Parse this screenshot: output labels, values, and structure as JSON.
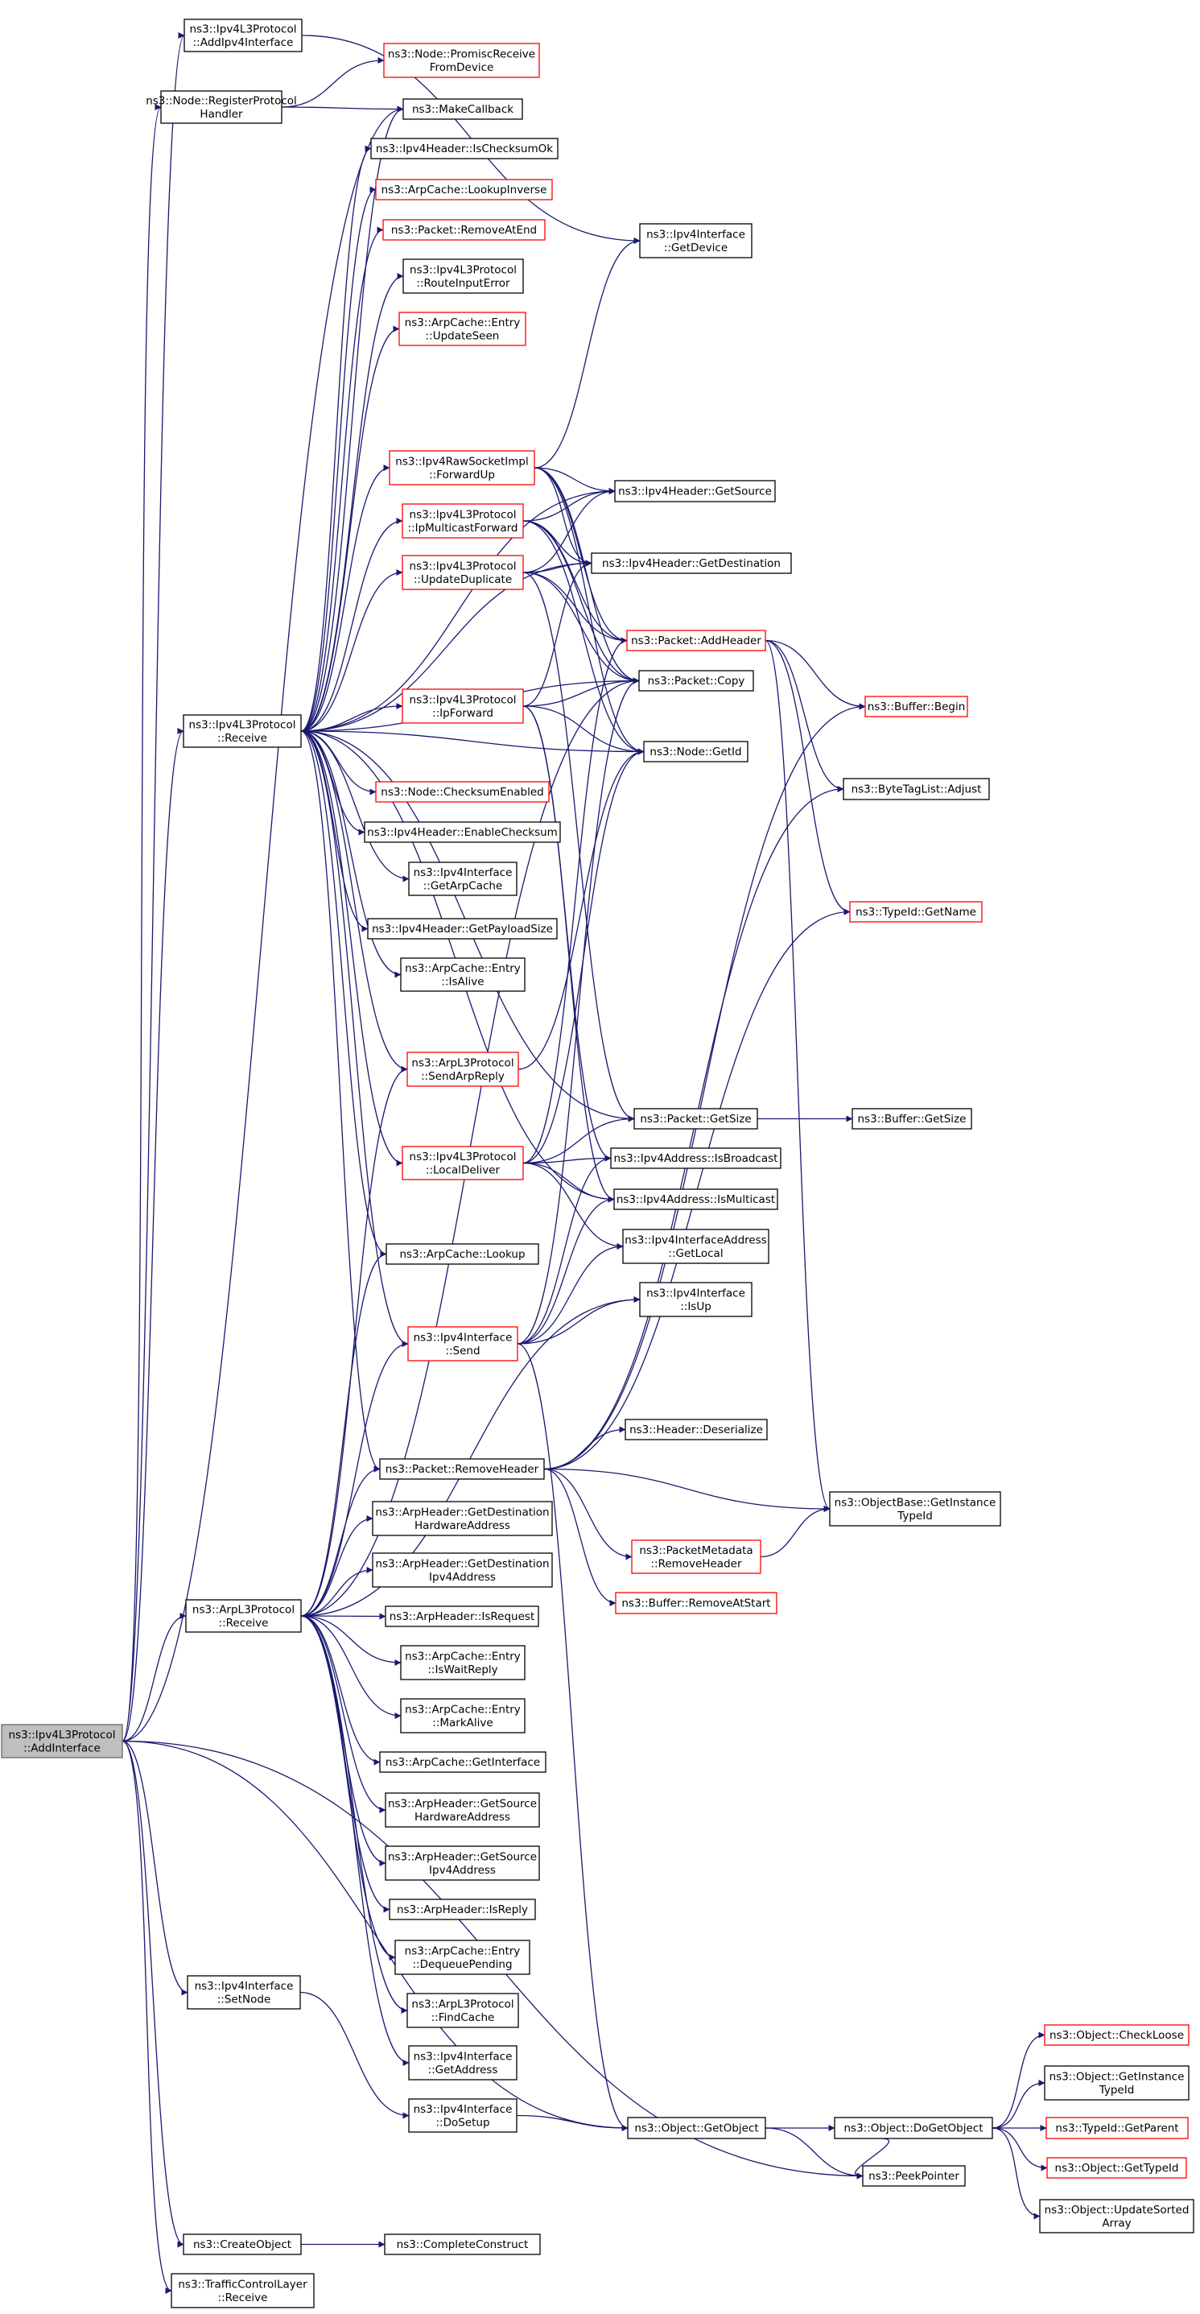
{
  "graph": {
    "nodes": [
      {
        "id": "root",
        "lines": [
          "ns3::Ipv4L3Protocol",
          "::AddInterface"
        ],
        "style": "root"
      },
      {
        "id": "addIpv4",
        "lines": [
          "ns3::Ipv4L3Protocol",
          "::AddIpv4Interface"
        ],
        "style": "black"
      },
      {
        "id": "registerProto",
        "lines": [
          "ns3::Node::RegisterProtocol",
          "Handler"
        ],
        "style": "black"
      },
      {
        "id": "promisc",
        "lines": [
          "ns3::Node::PromiscReceive",
          "FromDevice"
        ],
        "style": "red"
      },
      {
        "id": "makeCallback",
        "lines": [
          "ns3::MakeCallback"
        ],
        "style": "black"
      },
      {
        "id": "isChecksumOk",
        "lines": [
          "ns3::Ipv4Header::IsChecksumOk"
        ],
        "style": "black"
      },
      {
        "id": "lookupInverse",
        "lines": [
          "ns3::ArpCache::LookupInverse"
        ],
        "style": "red"
      },
      {
        "id": "removeAtEnd",
        "lines": [
          "ns3::Packet::RemoveAtEnd"
        ],
        "style": "red"
      },
      {
        "id": "routeInputError",
        "lines": [
          "ns3::Ipv4L3Protocol",
          "::RouteInputError"
        ],
        "style": "black"
      },
      {
        "id": "updateSeen",
        "lines": [
          "ns3::ArpCache::Entry",
          "::UpdateSeen"
        ],
        "style": "red"
      },
      {
        "id": "getDevice",
        "lines": [
          "ns3::Ipv4Interface",
          "::GetDevice"
        ],
        "style": "black"
      },
      {
        "id": "forwardUp",
        "lines": [
          "ns3::Ipv4RawSocketImpl",
          "::ForwardUp"
        ],
        "style": "red"
      },
      {
        "id": "ipMulticastForward",
        "lines": [
          "ns3::Ipv4L3Protocol",
          "::IpMulticastForward"
        ],
        "style": "red"
      },
      {
        "id": "updateDuplicate",
        "lines": [
          "ns3::Ipv4L3Protocol",
          "::UpdateDuplicate"
        ],
        "style": "red"
      },
      {
        "id": "getSource",
        "lines": [
          "ns3::Ipv4Header::GetSource"
        ],
        "style": "black"
      },
      {
        "id": "getDestination",
        "lines": [
          "ns3::Ipv4Header::GetDestination"
        ],
        "style": "black"
      },
      {
        "id": "addHeader",
        "lines": [
          "ns3::Packet::AddHeader"
        ],
        "style": "red"
      },
      {
        "id": "packetCopy",
        "lines": [
          "ns3::Packet::Copy"
        ],
        "style": "black"
      },
      {
        "id": "bufferBegin",
        "lines": [
          "ns3::Buffer::Begin"
        ],
        "style": "red"
      },
      {
        "id": "ipv4Receive",
        "lines": [
          "ns3::Ipv4L3Protocol",
          "::Receive"
        ],
        "style": "black"
      },
      {
        "id": "ipForward",
        "lines": [
          "ns3::Ipv4L3Protocol",
          "::IpForward"
        ],
        "style": "red"
      },
      {
        "id": "nodeGetId",
        "lines": [
          "ns3::Node::GetId"
        ],
        "style": "black"
      },
      {
        "id": "byteTagAdjust",
        "lines": [
          "ns3::ByteTagList::Adjust"
        ],
        "style": "black"
      },
      {
        "id": "checksumEnabled",
        "lines": [
          "ns3::Node::ChecksumEnabled"
        ],
        "style": "red"
      },
      {
        "id": "enableChecksum",
        "lines": [
          "ns3::Ipv4Header::EnableChecksum"
        ],
        "style": "black"
      },
      {
        "id": "getArpCache",
        "lines": [
          "ns3::Ipv4Interface",
          "::GetArpCache"
        ],
        "style": "black"
      },
      {
        "id": "typeIdGetName",
        "lines": [
          "ns3::TypeId::GetName"
        ],
        "style": "red"
      },
      {
        "id": "getPayloadSize",
        "lines": [
          "ns3::Ipv4Header::GetPayloadSize"
        ],
        "style": "black"
      },
      {
        "id": "isAlive",
        "lines": [
          "ns3::ArpCache::Entry",
          "::IsAlive"
        ],
        "style": "black"
      },
      {
        "id": "sendArpReply",
        "lines": [
          "ns3::ArpL3Protocol",
          "::SendArpReply"
        ],
        "style": "red"
      },
      {
        "id": "packetGetSize",
        "lines": [
          "ns3::Packet::GetSize"
        ],
        "style": "black"
      },
      {
        "id": "bufferGetSize",
        "lines": [
          "ns3::Buffer::GetSize"
        ],
        "style": "black"
      },
      {
        "id": "localDeliver",
        "lines": [
          "ns3::Ipv4L3Protocol",
          "::LocalDeliver"
        ],
        "style": "red"
      },
      {
        "id": "isBroadcast",
        "lines": [
          "ns3::Ipv4Address::IsBroadcast"
        ],
        "style": "black"
      },
      {
        "id": "isMulticast",
        "lines": [
          "ns3::Ipv4Address::IsMulticast"
        ],
        "style": "black"
      },
      {
        "id": "arpCacheLookup",
        "lines": [
          "ns3::ArpCache::Lookup"
        ],
        "style": "black"
      },
      {
        "id": "getLocal",
        "lines": [
          "ns3::Ipv4InterfaceAddress",
          "::GetLocal"
        ],
        "style": "black"
      },
      {
        "id": "isUp",
        "lines": [
          "ns3::Ipv4Interface",
          "::IsUp"
        ],
        "style": "black"
      },
      {
        "id": "ifaceSend",
        "lines": [
          "ns3::Ipv4Interface",
          "::Send"
        ],
        "style": "red"
      },
      {
        "id": "headerDeserialize",
        "lines": [
          "ns3::Header::Deserialize"
        ],
        "style": "black"
      },
      {
        "id": "removeHeader",
        "lines": [
          "ns3::Packet::RemoveHeader"
        ],
        "style": "black"
      },
      {
        "id": "getInstanceTypeId",
        "lines": [
          "ns3::ObjectBase::GetInstance",
          "TypeId"
        ],
        "style": "black"
      },
      {
        "id": "arpGetDestHw",
        "lines": [
          "ns3::ArpHeader::GetDestination",
          "HardwareAddress"
        ],
        "style": "black"
      },
      {
        "id": "pmRemoveHeader",
        "lines": [
          "ns3::PacketMetadata",
          "::RemoveHeader"
        ],
        "style": "red"
      },
      {
        "id": "arpGetDestIp",
        "lines": [
          "ns3::ArpHeader::GetDestination",
          "Ipv4Address"
        ],
        "style": "black"
      },
      {
        "id": "bufferRemoveAtStart",
        "lines": [
          "ns3::Buffer::RemoveAtStart"
        ],
        "style": "red"
      },
      {
        "id": "arpReceive",
        "lines": [
          "ns3::ArpL3Protocol",
          "::Receive"
        ],
        "style": "black"
      },
      {
        "id": "isRequest",
        "lines": [
          "ns3::ArpHeader::IsRequest"
        ],
        "style": "black"
      },
      {
        "id": "isWaitReply",
        "lines": [
          "ns3::ArpCache::Entry",
          "::IsWaitReply"
        ],
        "style": "black"
      },
      {
        "id": "markAlive",
        "lines": [
          "ns3::ArpCache::Entry",
          "::MarkAlive"
        ],
        "style": "black"
      },
      {
        "id": "arpGetInterface",
        "lines": [
          "ns3::ArpCache::GetInterface"
        ],
        "style": "black"
      },
      {
        "id": "arpGetSrcHw",
        "lines": [
          "ns3::ArpHeader::GetSource",
          "HardwareAddress"
        ],
        "style": "black"
      },
      {
        "id": "arpGetSrcIp",
        "lines": [
          "ns3::ArpHeader::GetSource",
          "Ipv4Address"
        ],
        "style": "black"
      },
      {
        "id": "isReply",
        "lines": [
          "ns3::ArpHeader::IsReply"
        ],
        "style": "black"
      },
      {
        "id": "dequeuePending",
        "lines": [
          "ns3::ArpCache::Entry",
          "::DequeuePending"
        ],
        "style": "black"
      },
      {
        "id": "findCache",
        "lines": [
          "ns3::ArpL3Protocol",
          "::FindCache"
        ],
        "style": "black"
      },
      {
        "id": "setNode",
        "lines": [
          "ns3::Ipv4Interface",
          "::SetNode"
        ],
        "style": "black"
      },
      {
        "id": "ifaceGetAddress",
        "lines": [
          "ns3::Ipv4Interface",
          "::GetAddress"
        ],
        "style": "black"
      },
      {
        "id": "checkLoose",
        "lines": [
          "ns3::Object::CheckLoose"
        ],
        "style": "red"
      },
      {
        "id": "objGetInstanceTypeId",
        "lines": [
          "ns3::Object::GetInstance",
          "TypeId"
        ],
        "style": "black"
      },
      {
        "id": "doSetup",
        "lines": [
          "ns3::Ipv4Interface",
          "::DoSetup"
        ],
        "style": "black"
      },
      {
        "id": "getObject",
        "lines": [
          "ns3::Object::GetObject"
        ],
        "style": "black"
      },
      {
        "id": "doGetObject",
        "lines": [
          "ns3::Object::DoGetObject"
        ],
        "style": "black"
      },
      {
        "id": "getParent",
        "lines": [
          "ns3::TypeId::GetParent"
        ],
        "style": "red"
      },
      {
        "id": "getTypeId",
        "lines": [
          "ns3::Object::GetTypeId"
        ],
        "style": "red"
      },
      {
        "id": "peekPointer",
        "lines": [
          "ns3::PeekPointer"
        ],
        "style": "black"
      },
      {
        "id": "updateSortedArray",
        "lines": [
          "ns3::Object::UpdateSorted",
          "Array"
        ],
        "style": "black"
      },
      {
        "id": "createObject",
        "lines": [
          "ns3::CreateObject"
        ],
        "style": "black"
      },
      {
        "id": "completeConstruct",
        "lines": [
          "ns3::CompleteConstruct"
        ],
        "style": "black"
      },
      {
        "id": "tcReceive",
        "lines": [
          "ns3::TrafficControlLayer",
          "::Receive"
        ],
        "style": "black"
      }
    ]
  }
}
